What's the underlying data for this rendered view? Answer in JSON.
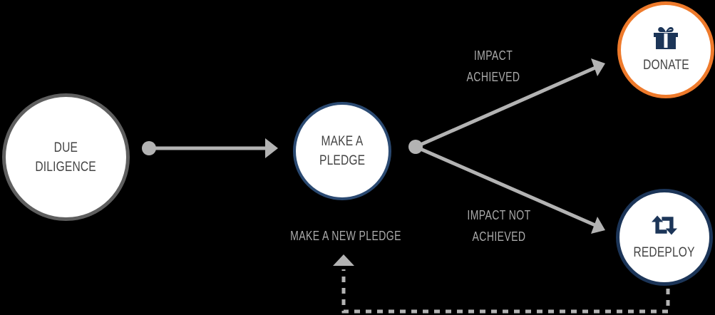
{
  "nodes": {
    "due_diligence": {
      "line1": "DUE",
      "line2": "DILIGENCE",
      "border_color": "#5f5f5f"
    },
    "make_pledge": {
      "line1": "MAKE A",
      "line2": "PLEDGE",
      "border_color": "#2b4a72"
    },
    "donate": {
      "label": "DONATE",
      "icon": "gift-icon",
      "border_color": "#ee7a2b"
    },
    "redeploy": {
      "label": "REDEPLOY",
      "icon": "retweet-icon",
      "border_color": "#1c3558"
    }
  },
  "edges": {
    "impact_achieved": {
      "line1": "IMPACT",
      "line2": "ACHIEVED"
    },
    "impact_not_achieved": {
      "line1": "IMPACT NOT",
      "line2": "ACHIEVED"
    },
    "make_new_pledge": {
      "label": "MAKE A NEW PLEDGE",
      "style": "dashed"
    }
  },
  "colors": {
    "background": "#000000",
    "connector": "#b3b3b3",
    "icon": "#1c3558",
    "text": "#444444"
  }
}
